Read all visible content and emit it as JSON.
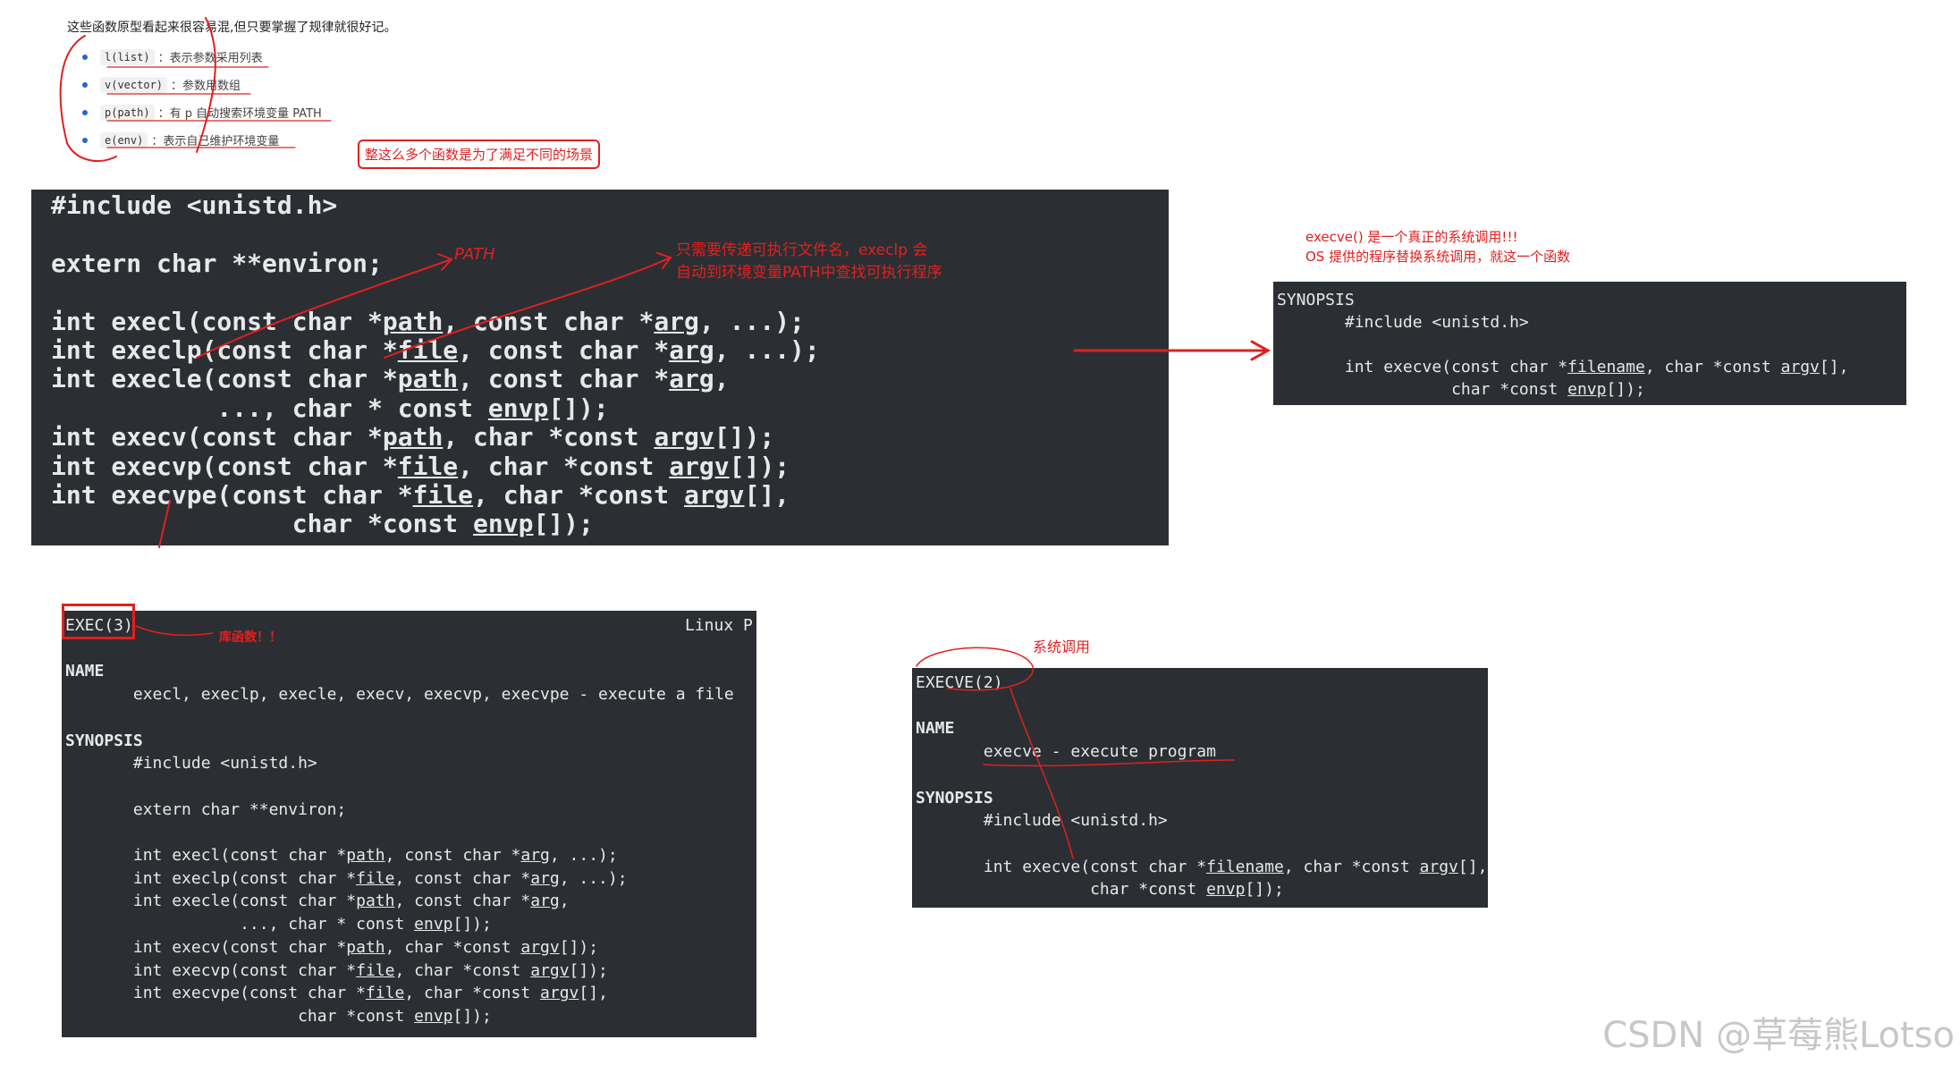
{
  "intro": "这些函数原型看起来很容易混,但只要掌握了规律就很好记。",
  "suffixes": [
    {
      "code": "l(list)",
      "desc": "：表示参数采用列表"
    },
    {
      "code": "v(vector)",
      "desc": "：参数用数组"
    },
    {
      "code": "p(path)",
      "desc": "：有 p 自动搜索环境变量 PATH"
    },
    {
      "code": "e(env)",
      "desc": "：表示自己维护环境变量"
    }
  ],
  "box_note": "整这么多个函数是为了满足不同的场景",
  "big_term": {
    "l1": "#include <unistd.h>",
    "l2": "extern char **environ;",
    "execl_a": "int execl(const char *",
    "execl_b": "path",
    "execl_c": ", const char *",
    "execl_d": "arg",
    "execl_e": ", ...);",
    "execlp_a": "int execlp(const char *",
    "execlp_b": "file",
    "execlp_c": ", const char *",
    "execlp_d": "arg",
    "execlp_e": ", ...);",
    "execle_a": "int execle(const char *",
    "execle_b": "path",
    "execle_c": ", const char *",
    "execle_d": "arg",
    "execle_e": ",",
    "execle2_a": "           ..., char * const ",
    "execle2_b": "envp",
    "execle2_c": "[]);",
    "execv_a": "int execv(const char *",
    "execv_b": "path",
    "execv_c": ", char *const ",
    "execv_d": "argv",
    "execv_e": "[]);",
    "execvp_a": "int execvp(const char *",
    "execvp_b": "file",
    "execvp_c": ", char *const ",
    "execvp_d": "argv",
    "execvp_e": "[]);",
    "execvpe_a": "int execvpe(const char *",
    "execvpe_b": "file",
    "execvpe_c": ", char *const ",
    "execvpe_d": "argv",
    "execvpe_e": "[],",
    "execvpe2_a": "                char *const ",
    "execvpe2_b": "envp",
    "execvpe2_c": "[]);"
  },
  "ann_path": "PATH",
  "ann_execlp": [
    "只需要传递可执行文件名，execlp 会",
    "自动到环境变量PATH中查找可执行程序"
  ],
  "ann_execve": [
    "execve() 是一个真正的系统调用!!!",
    "OS 提供的程序替换系统调用，就这一个函数"
  ],
  "synopsis_box": {
    "l1": "SYNOPSIS",
    "l2": "       #include <unistd.h>",
    "l3a": "       int execve(const char *",
    "l3b": "filename",
    "l3c": ", char *const ",
    "l3d": "argv",
    "l3e": "[],",
    "l4a": "                  char *const ",
    "l4b": "envp",
    "l4c": "[]);"
  },
  "man3": {
    "title": "EXEC(3)",
    "right": "Linux P",
    "name_h": "NAME",
    "name_l": "       execl, execlp, execle, execv, execvp, execvpe - execute a file",
    "syn_h": "SYNOPSIS",
    "inc": "       #include <unistd.h>",
    "env": "       extern char **environ;",
    "execl_a": "       int execl(const char *",
    "execl_b": "path",
    "execl_c": ", const char *",
    "execl_d": "arg",
    "execl_e": ", ...);",
    "execlp_a": "       int execlp(const char *",
    "execlp_b": "file",
    "execlp_c": ", const char *",
    "execlp_d": "arg",
    "execlp_e": ", ...);",
    "execle_a": "       int execle(const char *",
    "execle_b": "path",
    "execle_c": ", const char *",
    "execle_d": "arg",
    "execle_e": ",",
    "execle2_a": "                  ..., char * const ",
    "execle2_b": "envp",
    "execle2_c": "[]);",
    "execv_a": "       int execv(const char *",
    "execv_b": "path",
    "execv_c": ", char *const ",
    "execv_d": "argv",
    "execv_e": "[]);",
    "execvp_a": "       int execvp(const char *",
    "execvp_b": "file",
    "execvp_c": ", char *const ",
    "execvp_d": "argv",
    "execvp_e": "[]);",
    "execvpe_a": "       int execvpe(const char *",
    "execvpe_b": "file",
    "execvpe_c": ", char *const ",
    "execvpe_d": "argv",
    "execvpe_e": "[],",
    "execvpe2_a": "                        char *const ",
    "execvpe2_b": "envp",
    "execvpe2_c": "[]);"
  },
  "ann_lib": "库函数！！",
  "ann_syscall": "系统调用",
  "man2": {
    "title": "EXECVE(2)",
    "name_h": "NAME",
    "name_l": "       execve - execute program",
    "syn_h": "SYNOPSIS",
    "inc": "       #include <unistd.h>",
    "l1a": "       int execve(const char *",
    "l1b": "filename",
    "l1c": ", char *const ",
    "l1d": "argv",
    "l1e": "[],",
    "l2a": "                  char *const ",
    "l2b": "envp",
    "l2c": "[]);"
  },
  "watermark": "CSDN @草莓熊Lotso",
  "colors": {
    "accent": "#e02020",
    "terminal": "#2b2f33",
    "bullet": "#2a62d4"
  }
}
